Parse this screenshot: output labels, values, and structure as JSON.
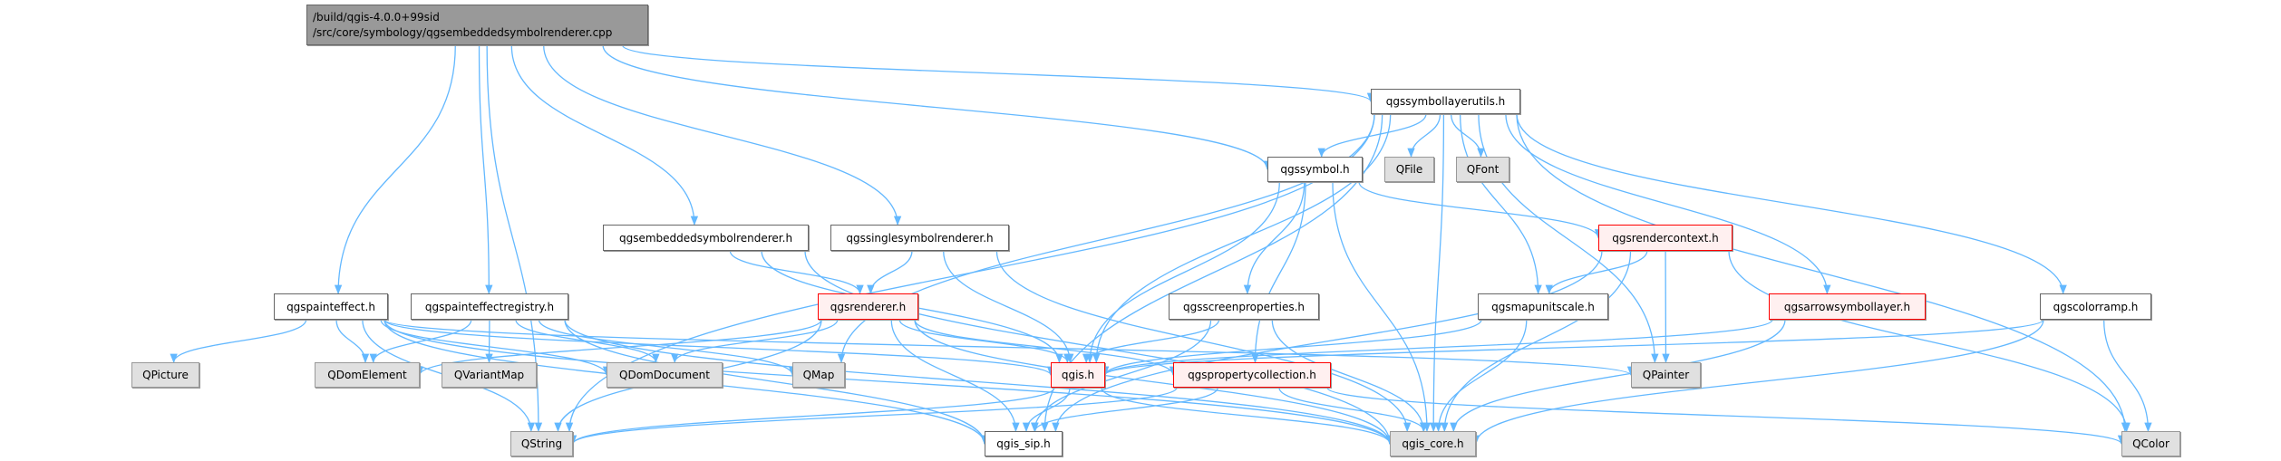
{
  "root": {
    "line1": "/build/qgis-4.0.0+99sid",
    "line2": "/src/core/symbology/qgsembeddedsymbolrenderer.cpp"
  },
  "colors": {
    "edge": "#63b8ff",
    "red_border": "#ff0000",
    "red_fill": "#fff0f0",
    "external_fill": "#e0e0e0",
    "root_fill": "#999999"
  },
  "nodes": [
    {
      "id": "qgssymbollayerutils",
      "label": "qgssymbollayerutils.h",
      "kind": "normal"
    },
    {
      "id": "qgsembeddedsymbolrenderer",
      "label": "qgsembeddedsymbolrenderer.h",
      "kind": "normal"
    },
    {
      "id": "qgssinglesymbolrenderer",
      "label": "qgssinglesymbolrenderer.h",
      "kind": "normal"
    },
    {
      "id": "qgssymbol",
      "label": "qgssymbol.h",
      "kind": "normal"
    },
    {
      "id": "QFile",
      "label": "QFile",
      "kind": "ext"
    },
    {
      "id": "QFont",
      "label": "QFont",
      "kind": "ext"
    },
    {
      "id": "qgsrendercontext",
      "label": "qgsrendercontext.h",
      "kind": "red"
    },
    {
      "id": "qgspainteffect",
      "label": "qgspainteffect.h",
      "kind": "normal"
    },
    {
      "id": "qgspainteffectregistry",
      "label": "qgspainteffectregistry.h",
      "kind": "normal"
    },
    {
      "id": "qgsrenderer",
      "label": "qgsrenderer.h",
      "kind": "red"
    },
    {
      "id": "qgsscreenproperties",
      "label": "qgsscreenproperties.h",
      "kind": "normal"
    },
    {
      "id": "qgsmapunitscale",
      "label": "qgsmapunitscale.h",
      "kind": "normal"
    },
    {
      "id": "qgsarrowsymbollayer",
      "label": "qgsarrowsymbollayer.h",
      "kind": "red"
    },
    {
      "id": "qgscolorramp",
      "label": "qgscolorramp.h",
      "kind": "normal"
    },
    {
      "id": "QPicture",
      "label": "QPicture",
      "kind": "ext"
    },
    {
      "id": "QDomElement",
      "label": "QDomElement",
      "kind": "ext"
    },
    {
      "id": "QVariantMap",
      "label": "QVariantMap",
      "kind": "ext"
    },
    {
      "id": "QDomDocument",
      "label": "QDomDocument",
      "kind": "ext"
    },
    {
      "id": "QMap",
      "label": "QMap",
      "kind": "ext"
    },
    {
      "id": "qgis",
      "label": "qgis.h",
      "kind": "red"
    },
    {
      "id": "qgspropertycollection",
      "label": "qgspropertycollection.h",
      "kind": "red"
    },
    {
      "id": "QPainter",
      "label": "QPainter",
      "kind": "ext"
    },
    {
      "id": "QString",
      "label": "QString",
      "kind": "ext"
    },
    {
      "id": "qgis_sip",
      "label": "qgis_sip.h",
      "kind": "normal"
    },
    {
      "id": "qgis_core",
      "label": "qgis_core.h",
      "kind": "ext"
    },
    {
      "id": "QColor",
      "label": "QColor",
      "kind": "ext"
    }
  ],
  "edges": [
    [
      "root",
      "QString"
    ],
    [
      "root",
      "qgspainteffect"
    ],
    [
      "root",
      "qgspainteffectregistry"
    ],
    [
      "root",
      "qgsembeddedsymbolrenderer"
    ],
    [
      "root",
      "qgssinglesymbolrenderer"
    ],
    [
      "root",
      "qgssymbol"
    ],
    [
      "root",
      "qgssymbollayerutils"
    ],
    [
      "qgsembeddedsymbolrenderer",
      "qgsrenderer"
    ],
    [
      "qgsembeddedsymbolrenderer",
      "qgis"
    ],
    [
      "qgsembeddedsymbolrenderer",
      "qgis_core"
    ],
    [
      "qgssinglesymbolrenderer",
      "qgsrenderer"
    ],
    [
      "qgssinglesymbolrenderer",
      "qgis"
    ],
    [
      "qgssinglesymbolrenderer",
      "qgis_core"
    ],
    [
      "qgspainteffect",
      "QPicture"
    ],
    [
      "qgspainteffect",
      "QDomElement"
    ],
    [
      "qgspainteffect",
      "QDomDocument"
    ],
    [
      "qgspainteffect",
      "QString"
    ],
    [
      "qgspainteffect",
      "qgis_sip"
    ],
    [
      "qgspainteffect",
      "qgis_core"
    ],
    [
      "qgspainteffect",
      "qgis"
    ],
    [
      "qgspainteffect",
      "QPainter"
    ],
    [
      "qgspainteffectregistry",
      "QDomElement"
    ],
    [
      "qgspainteffectregistry",
      "QVariantMap"
    ],
    [
      "qgspainteffectregistry",
      "QDomDocument"
    ],
    [
      "qgspainteffectregistry",
      "QMap"
    ],
    [
      "qgspainteffectregistry",
      "qgis_sip"
    ],
    [
      "qgspainteffectregistry",
      "qgis_core"
    ],
    [
      "qgsrenderer",
      "QDomElement"
    ],
    [
      "qgsrenderer",
      "QDomDocument"
    ],
    [
      "qgsrenderer",
      "qgis"
    ],
    [
      "qgsrenderer",
      "qgis_sip"
    ],
    [
      "qgsrenderer",
      "qgis_core"
    ],
    [
      "qgsrenderer",
      "QString"
    ],
    [
      "qgsrenderer",
      "qgspropertycollection"
    ],
    [
      "qgis",
      "qgis_sip"
    ],
    [
      "qgis",
      "qgis_core"
    ],
    [
      "qgis",
      "QString"
    ],
    [
      "qgssymbollayerutils",
      "qgssymbol"
    ],
    [
      "qgssymbollayerutils",
      "QFile"
    ],
    [
      "qgssymbollayerutils",
      "QFont"
    ],
    [
      "qgssymbollayerutils",
      "qgsmapunitscale"
    ],
    [
      "qgssymbollayerutils",
      "qgsarrowsymbollayer"
    ],
    [
      "qgssymbollayerutils",
      "qgscolorramp"
    ],
    [
      "qgssymbollayerutils",
      "QColor"
    ],
    [
      "qgssymbollayerutils",
      "qgis_core"
    ],
    [
      "qgssymbollayerutils",
      "QPainter"
    ],
    [
      "qgssymbollayerutils",
      "qgis"
    ],
    [
      "qgssymbollayerutils",
      "qgis_sip"
    ],
    [
      "qgssymbollayerutils",
      "QString"
    ],
    [
      "qgssymbollayerutils",
      "QMap"
    ],
    [
      "qgssymbol",
      "qgsrendercontext"
    ],
    [
      "qgssymbol",
      "qgsscreenproperties"
    ],
    [
      "qgssymbol",
      "qgspropertycollection"
    ],
    [
      "qgssymbol",
      "qgis"
    ],
    [
      "qgssymbol",
      "qgis_core"
    ],
    [
      "qgsrendercontext",
      "qgsmapunitscale"
    ],
    [
      "qgsrendercontext",
      "QPainter"
    ],
    [
      "qgsrendercontext",
      "qgis_core"
    ],
    [
      "qgsrendercontext",
      "qgis_sip"
    ],
    [
      "qgsrendercontext",
      "QColor"
    ],
    [
      "qgsscreenproperties",
      "qgis"
    ],
    [
      "qgsscreenproperties",
      "qgis_core"
    ],
    [
      "qgsscreenproperties",
      "qgis_sip"
    ],
    [
      "qgsmapunitscale",
      "qgis"
    ],
    [
      "qgsmapunitscale",
      "qgis_core"
    ],
    [
      "qgsarrowsymbollayer",
      "qgis"
    ],
    [
      "qgsarrowsymbollayer",
      "qgis_core"
    ],
    [
      "qgscolorramp",
      "qgis"
    ],
    [
      "qgscolorramp",
      "qgis_core"
    ],
    [
      "qgscolorramp",
      "QColor"
    ],
    [
      "qgspropertycollection",
      "qgis_core"
    ],
    [
      "qgspropertycollection",
      "qgis_sip"
    ],
    [
      "qgspropertycollection",
      "QString"
    ],
    [
      "qgspropertycollection",
      "QColor"
    ]
  ]
}
